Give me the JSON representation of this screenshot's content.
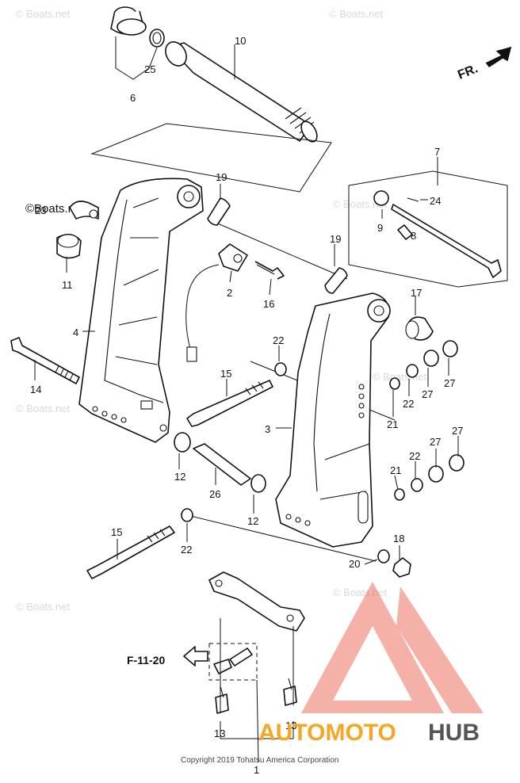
{
  "watermark": {
    "text": "© Boats.net",
    "highlight_text": "©Boats.net"
  },
  "direction": {
    "label": "FR."
  },
  "reference": {
    "label": "F-11-20"
  },
  "copyright": "Copyright 2019 Tohatsu America Corporation",
  "brand": {
    "part1": "AUTOMOTO",
    "part2": "HUB",
    "color_primary": "#f5a623",
    "color_secondary": "#555555",
    "logo_color": "#e8412a"
  },
  "callouts": {
    "c1": "1",
    "c2": "2",
    "c3": "3",
    "c4": "4",
    "c6": "6",
    "c7": "7",
    "c8": "8",
    "c9": "9",
    "c10": "10",
    "c11": "11",
    "c12a": "12",
    "c12b": "12",
    "c13a": "13",
    "c13b": "13",
    "c14": "14",
    "c15a": "15",
    "c15b": "15",
    "c16": "16",
    "c17": "17",
    "c18": "18",
    "c19a": "19",
    "c19b": "19",
    "c20": "20",
    "c21a": "21",
    "c21b": "21",
    "c22a": "22",
    "c22b": "22",
    "c22c": "22",
    "c22d": "22",
    "c23": "23",
    "c24": "24",
    "c25": "25",
    "c26": "26",
    "c27a": "27",
    "c27b": "27",
    "c27c": "27",
    "c27d": "27"
  }
}
